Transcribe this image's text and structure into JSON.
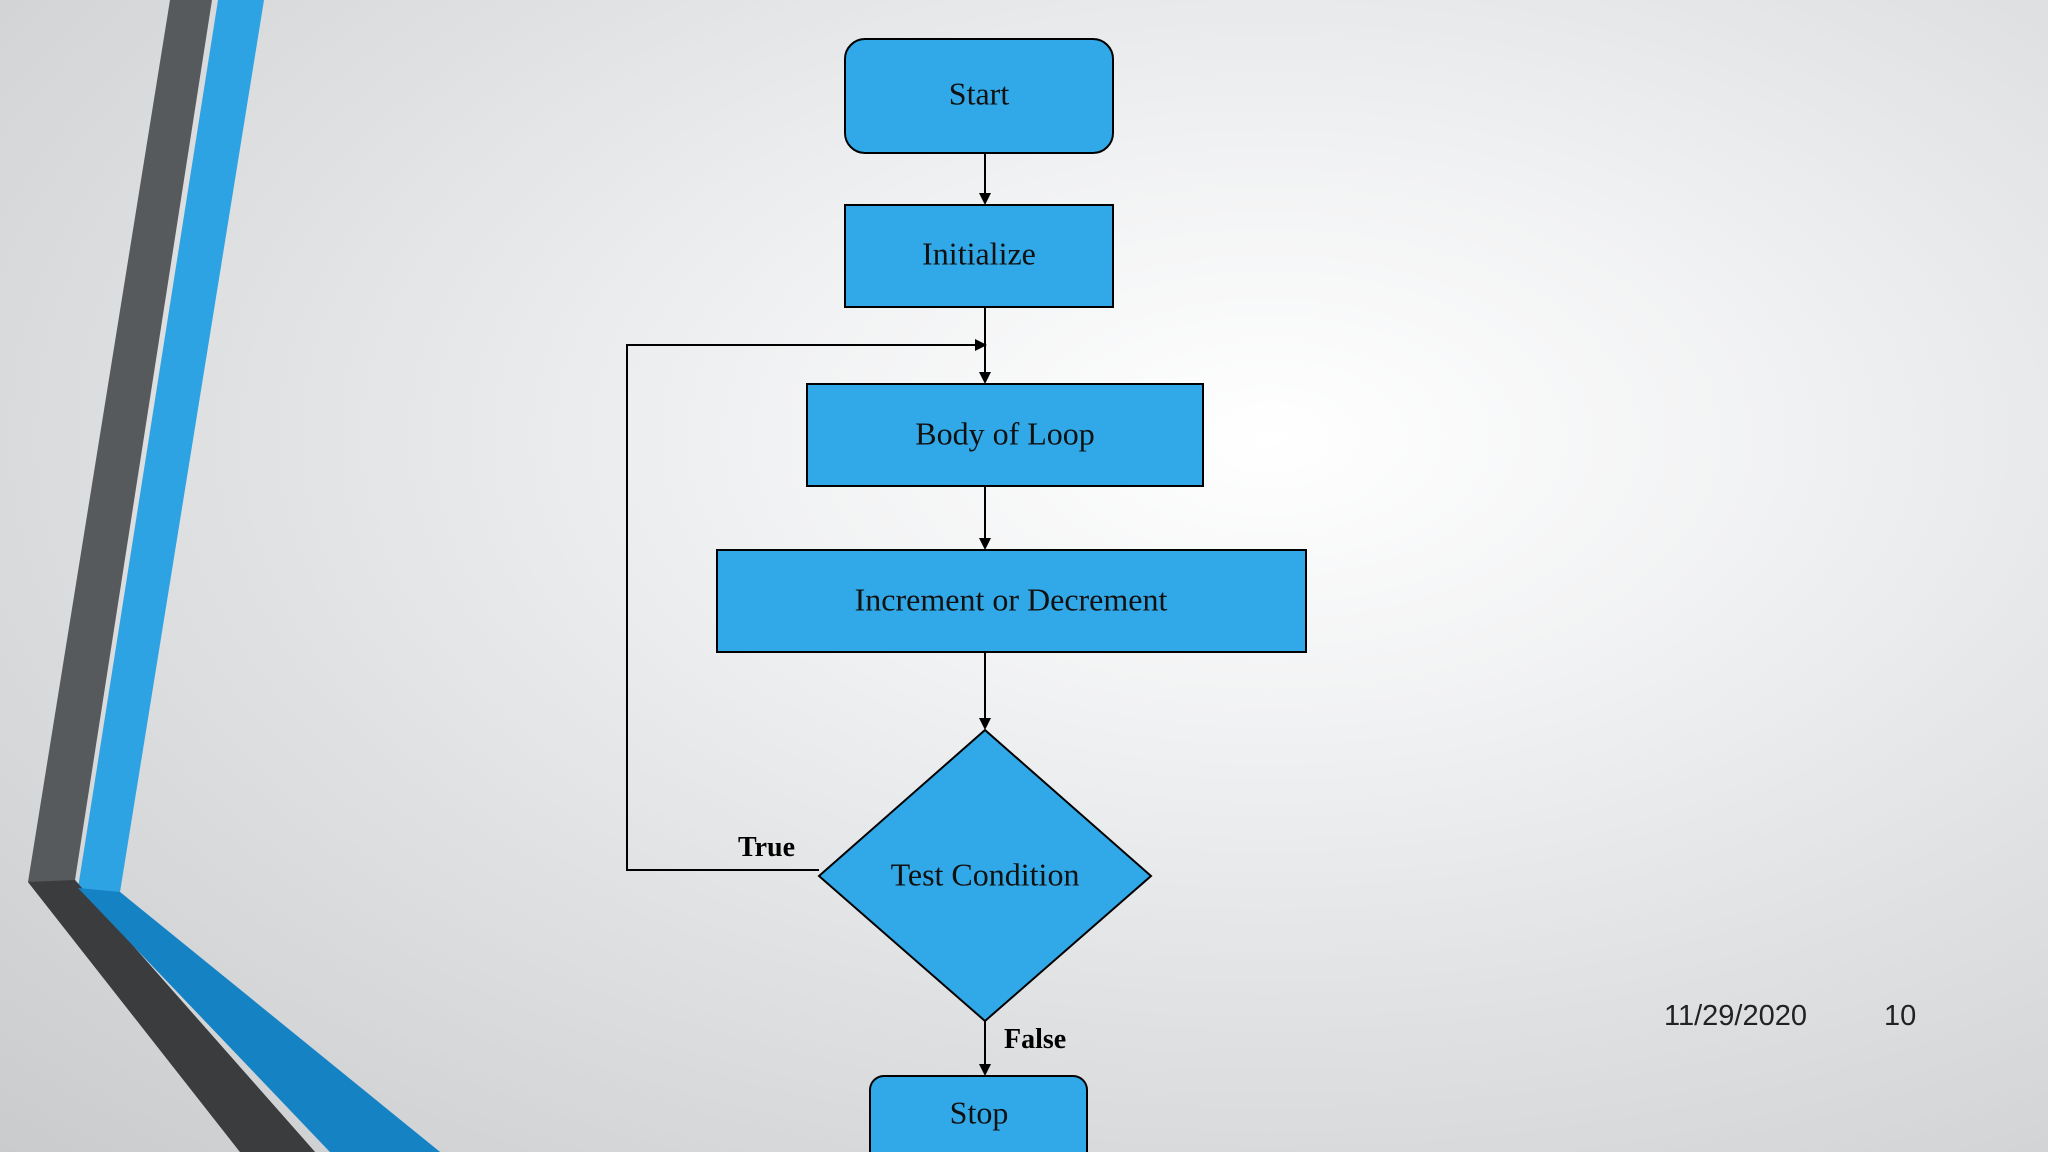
{
  "flowchart": {
    "nodes": {
      "start": "Start",
      "initialize": "Initialize",
      "body": "Body of Loop",
      "update": "Increment or Decrement",
      "condition": "Test Condition",
      "stop": "Stop"
    },
    "edge_labels": {
      "true": "True",
      "false": "False"
    }
  },
  "footer": {
    "date": "11/29/2020",
    "slide_number": "10"
  },
  "colors": {
    "node_fill": "#31a9e8",
    "accent_blue": "#2ea3e3",
    "accent_gray": "#575a5d"
  }
}
